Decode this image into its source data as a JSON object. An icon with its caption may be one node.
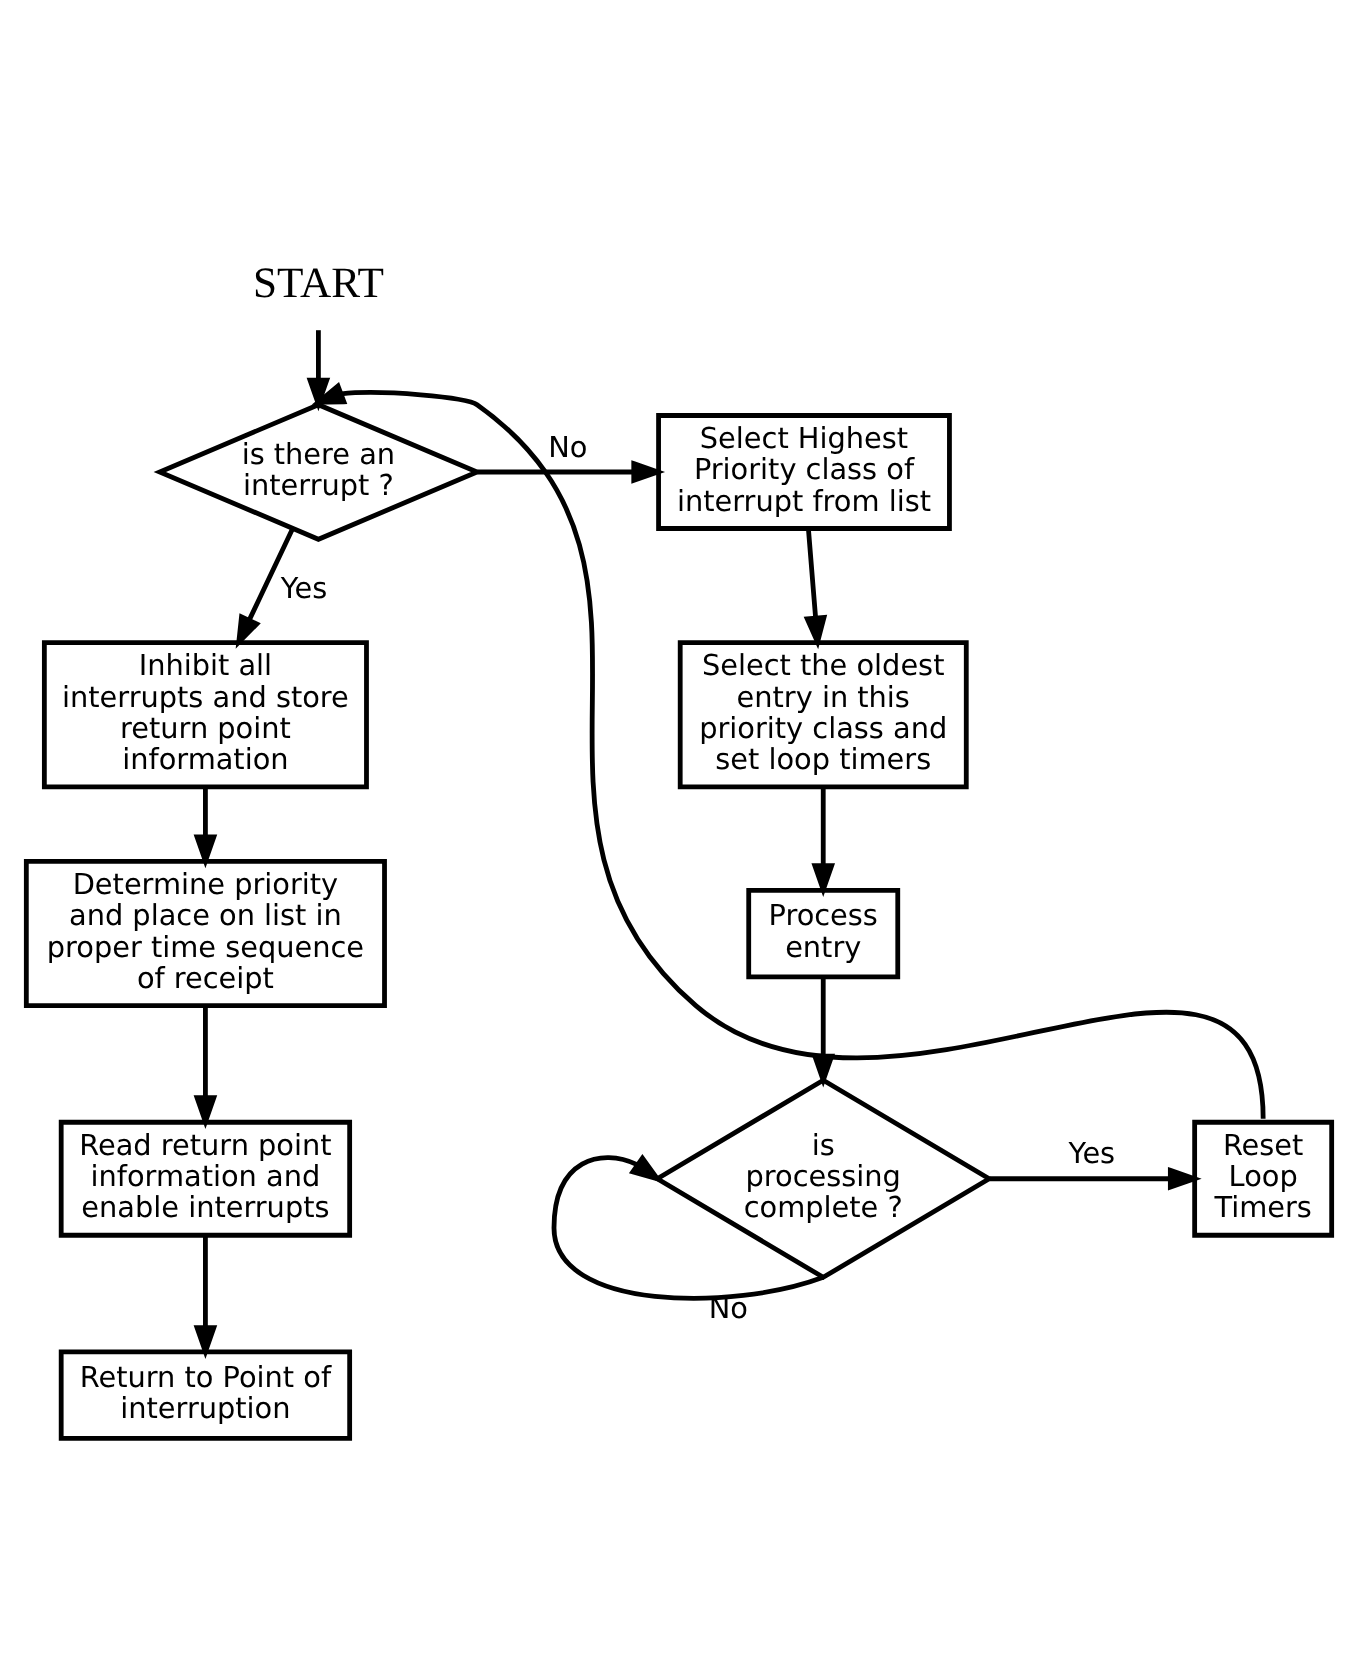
{
  "diagram": {
    "nodes": [
      {
        "text": [
          "START"
        ]
      },
      {
        "text": [
          "is there an interrupt ?"
        ]
      },
      {
        "text": [
          "Inhibit all interrupts and store return point information"
        ]
      },
      {
        "text": [
          "Determine priority and place on list in proper time sequence of receipt"
        ]
      },
      {
        "text": [
          "Read return point information and enable interrupts"
        ]
      },
      {
        "text": [
          "Return to Point of interruption"
        ]
      },
      {
        "text": [
          "Select Highest Priority class of interrupt from list"
        ]
      },
      {
        "text": [
          "Select the oldest entry in this priority class and set loop timers"
        ]
      },
      {
        "text": [
          "Process entry"
        ]
      },
      {
        "text": [
          "is processing complete ?"
        ]
      },
      {
        "text": [
          "Reset Loop Timers"
        ]
      }
    ],
    "edges": [
      {
        "from": 0,
        "to": 1,
        "arrow": "to"
      },
      {
        "from": 1,
        "to": 6,
        "arrow": "to",
        "label": "No"
      },
      {
        "from": 1,
        "to": 2,
        "arrow": "to",
        "label": "Yes"
      },
      {
        "from": 2,
        "to": 3,
        "arrow": "to"
      },
      {
        "from": 3,
        "to": 4,
        "arrow": "to"
      },
      {
        "from": 4,
        "to": 5,
        "arrow": "to"
      },
      {
        "from": 6,
        "to": 7,
        "arrow": "to"
      },
      {
        "from": 7,
        "to": 8,
        "arrow": "to"
      },
      {
        "from": 8,
        "to": 9,
        "arrow": "to"
      },
      {
        "from": 9,
        "to": 9,
        "arrow": "to",
        "label": "No"
      },
      {
        "from": 9,
        "to": 10,
        "arrow": "to",
        "label": "Yes"
      },
      {
        "from": 10,
        "to": 1,
        "arrow": "to"
      }
    ]
  }
}
